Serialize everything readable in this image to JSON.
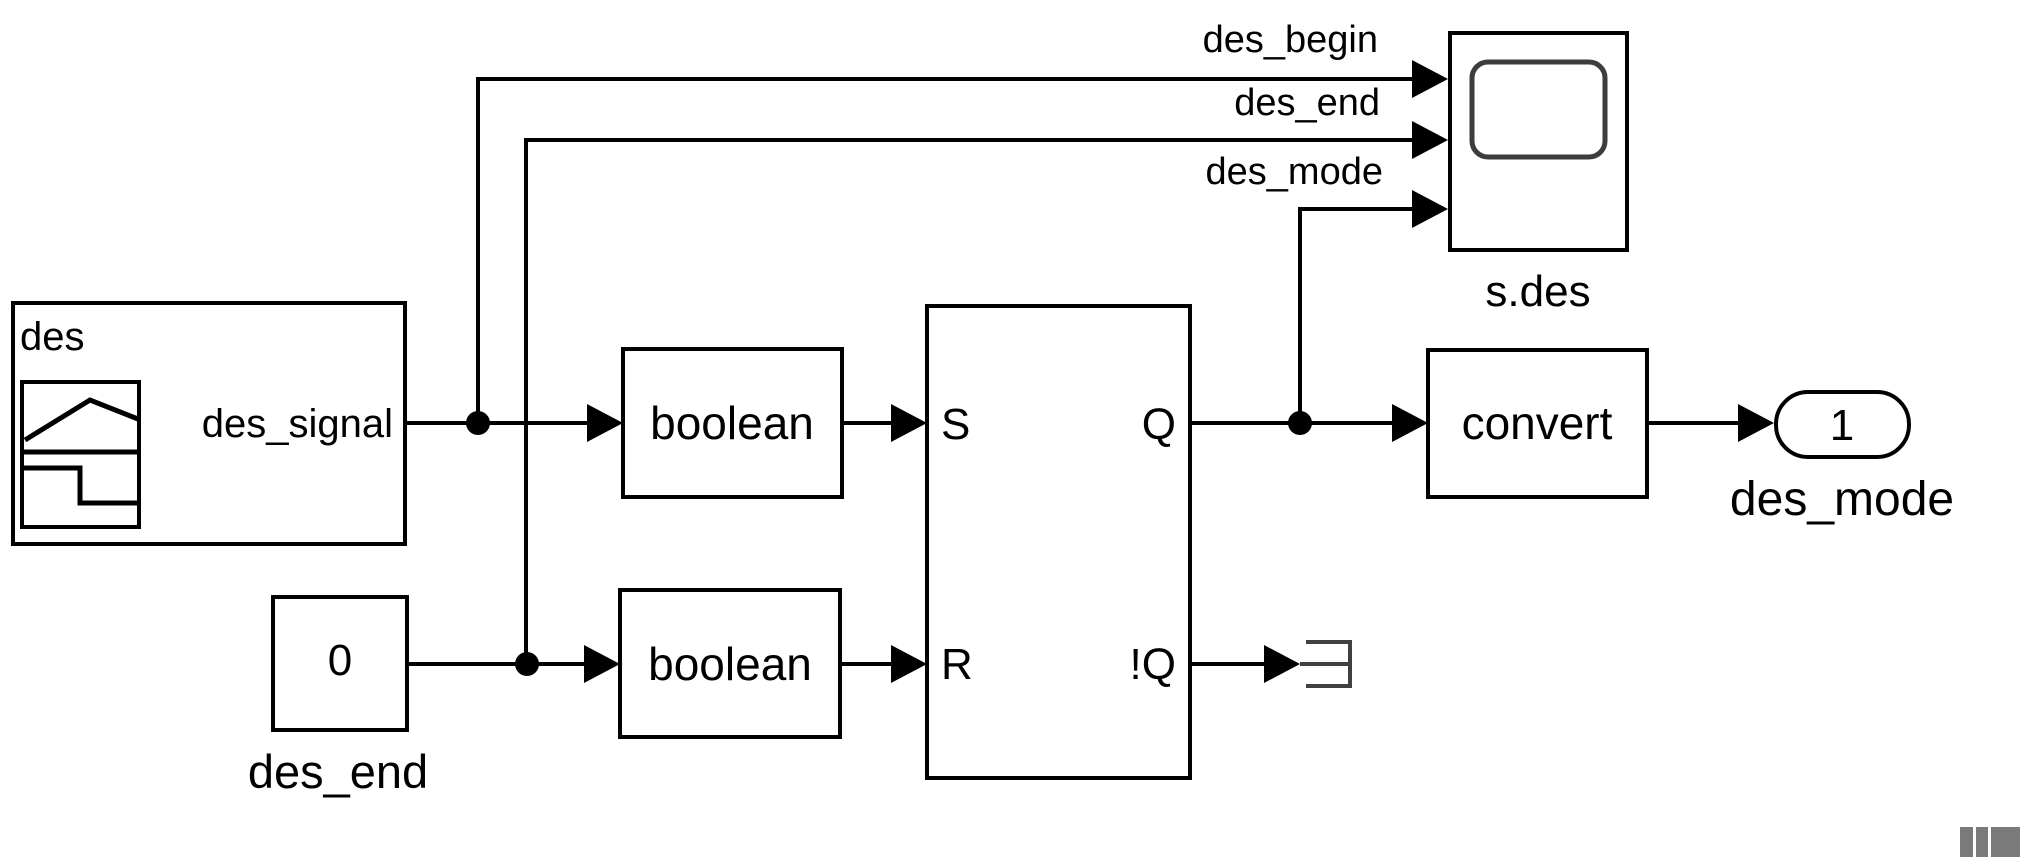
{
  "blocks": {
    "des_source": {
      "title": "des",
      "port_label": "des_signal"
    },
    "constant": {
      "value": "0",
      "caption": "des_end"
    },
    "boolean_upper": {
      "label": "boolean"
    },
    "boolean_lower": {
      "label": "boolean"
    },
    "sr_flipflop": {
      "port_s": "S",
      "port_r": "R",
      "port_q": "Q",
      "port_nq": "!Q"
    },
    "convert": {
      "label": "convert"
    },
    "scope": {
      "caption": "s.des"
    },
    "outport": {
      "number": "1",
      "caption": "des_mode"
    }
  },
  "wire_labels": {
    "begin": "des_begin",
    "end": "des_end",
    "mode": "des_mode"
  },
  "colors": {
    "background": "#ffffff",
    "line": "#000000",
    "text": "#000000",
    "constant_value": "#404040",
    "scope_screen_border": "#3d3d3d",
    "terminator": "#404040",
    "corner_grip": "#7a7a7a"
  }
}
